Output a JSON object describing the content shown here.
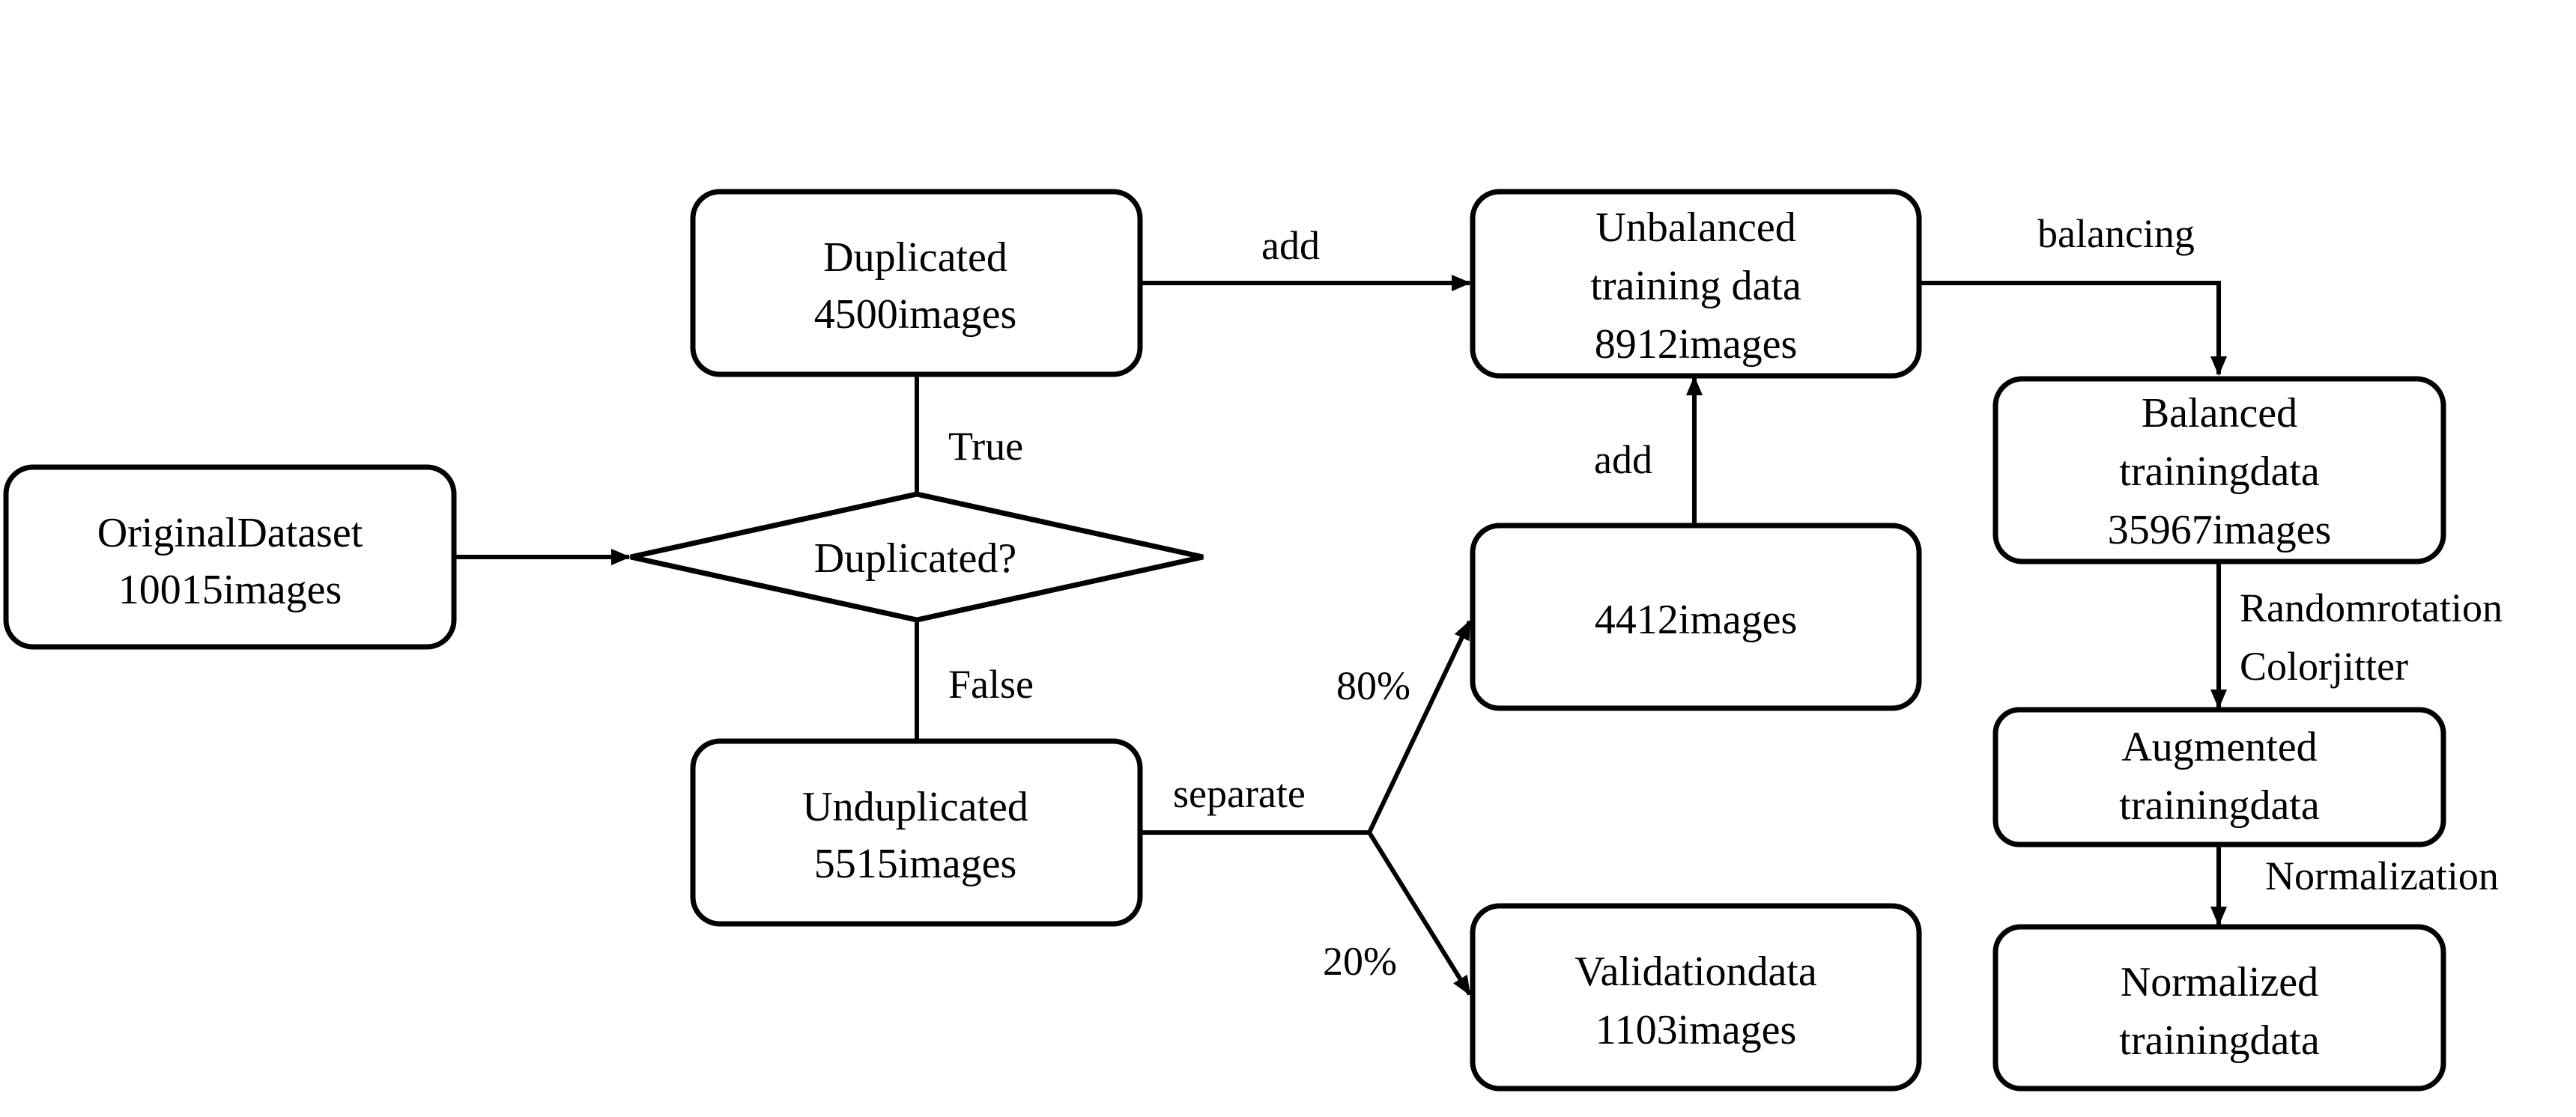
{
  "nodes": {
    "original_dataset": {
      "line1": "OriginalDataset",
      "line2": "10015images"
    },
    "duplicated": {
      "line1": "Duplicated",
      "line2": "4500images"
    },
    "decision": {
      "label": "Duplicated?"
    },
    "unduplicated": {
      "line1": "Unduplicated",
      "line2": "5515images"
    },
    "unbalanced": {
      "line1": "Unbalanced",
      "line2": "training data",
      "line3": "8912images"
    },
    "split_train": {
      "line1": "4412images"
    },
    "validation": {
      "line1": "Validationdata",
      "line2": "1103images"
    },
    "balanced": {
      "line1": "Balanced",
      "line2": "trainingdata",
      "line3": "35967images"
    },
    "augmented": {
      "line1": "Augmented",
      "line2": "trainingdata"
    },
    "normalized": {
      "line1": "Normalized",
      "line2": "trainingdata"
    }
  },
  "edges": {
    "true_label": "True",
    "false_label": "False",
    "add_top": "add",
    "add_mid": "add",
    "separate": "separate",
    "pct_80": "80%",
    "pct_20": "20%",
    "balancing": "balancing",
    "random_rotation": "Randomrotation",
    "color_jitter": "Colorjitter",
    "normalization": "Normalization"
  }
}
